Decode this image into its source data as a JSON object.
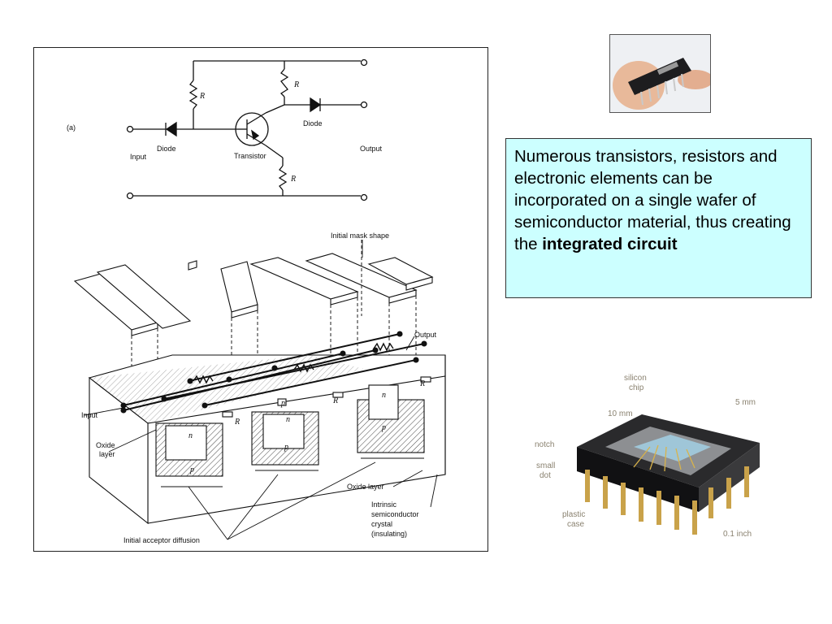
{
  "circuit": {
    "label_a": "(a)",
    "r1": "R",
    "r2": "R",
    "r3": "R",
    "diode_left": "Diode",
    "diode_right": "Diode",
    "transistor": "Transistor",
    "input": "Input",
    "output": "Output"
  },
  "structure": {
    "mask": "Initial mask shape",
    "output": "Output",
    "input": "Input",
    "oxide_left_1": "Oxide",
    "oxide_left_2": "layer",
    "oxide_layer": "Oxide layer",
    "intrinsic_1": "Intrinsic",
    "intrinsic_2": "semiconductor",
    "intrinsic_3": "crystal",
    "intrinsic_4": "(insulating)",
    "acceptor": "Initial acceptor diffusion",
    "n": "n",
    "p": "p",
    "R": "R"
  },
  "caption": {
    "text": "Numerous transistors, resistors and electronic elements can be incorporated on a single wafer of semiconductor material, thus creating the ",
    "bold": "integrated circuit"
  },
  "ic": {
    "silicon": "silicon",
    "chip": "chip",
    "mm10": "10 mm",
    "mm5": "5 mm",
    "notch": "notch",
    "small": "small",
    "dot": "dot",
    "plastic": "plastic",
    "case": "case",
    "inch": "0.1 inch"
  },
  "colors": {
    "caption_bg": "#ccffff",
    "ink": "#111111"
  }
}
